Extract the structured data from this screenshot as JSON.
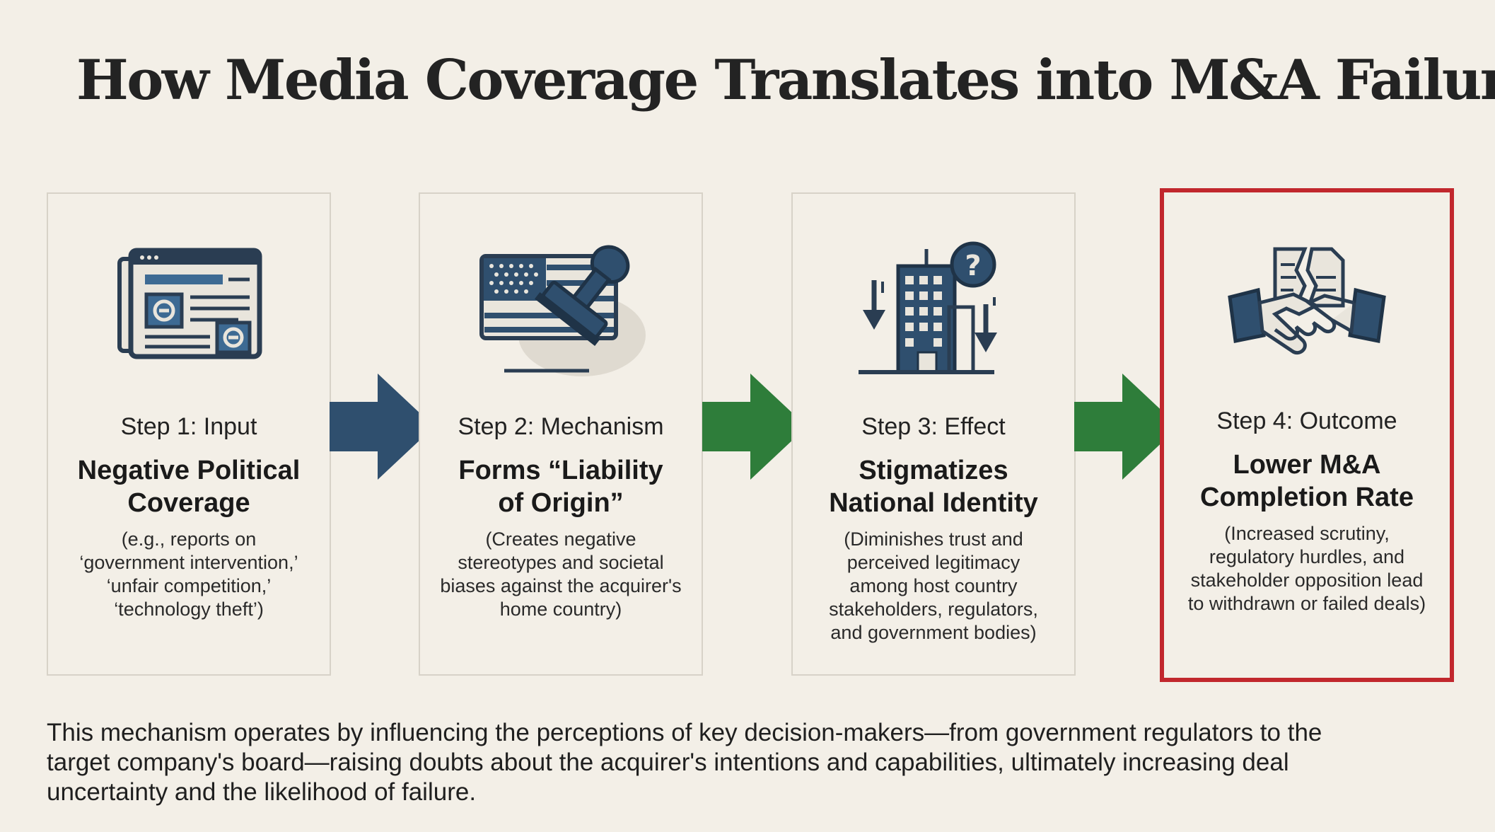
{
  "title": "How Media Coverage Translates into M&A Failure",
  "colors": {
    "navy": "#2f4f6e",
    "green": "#2e7d3a",
    "highlight_border": "#c1272d"
  },
  "steps": [
    {
      "step_label": "Step 1: Input",
      "headline_line1": "Negative Political",
      "headline_line2": "Coverage",
      "description": [
        "(e.g., reports on",
        "‘government intervention,’",
        "‘unfair competition,’",
        "‘technology theft’)"
      ],
      "icon": "newspaper-icon"
    },
    {
      "step_label": "Step 2: Mechanism",
      "headline_line1": "Forms “Liability",
      "headline_line2": "of Origin”",
      "description": [
        "(Creates negative",
        "stereotypes and societal",
        "biases against the acquirer's",
        "home country)"
      ],
      "icon": "flag-stamp-icon"
    },
    {
      "step_label": "Step 3: Effect",
      "headline_line1": "Stigmatizes",
      "headline_line2": "National Identity",
      "description": [
        "(Diminishes trust and",
        "perceived legitimacy",
        "among host country",
        "stakeholders, regulators,",
        "and government bodies)"
      ],
      "icon": "building-question-icon"
    },
    {
      "step_label": "Step 4: Outcome",
      "headline_line1": "Lower M&A",
      "headline_line2": "Completion Rate",
      "description": [
        "(Increased scrutiny,",
        "regulatory hurdles, and",
        "stakeholder opposition lead",
        "to withdrawn or failed deals)"
      ],
      "icon": "broken-deal-handshake-icon"
    }
  ],
  "footer": {
    "line1": "This mechanism operates by influencing the perceptions of key decision-makers—from government regulators to the",
    "line2": "target company's board—raising doubts about the acquirer's intentions and capabilities, ultimately increasing deal",
    "line3": "uncertainty and the likelihood of failure."
  }
}
